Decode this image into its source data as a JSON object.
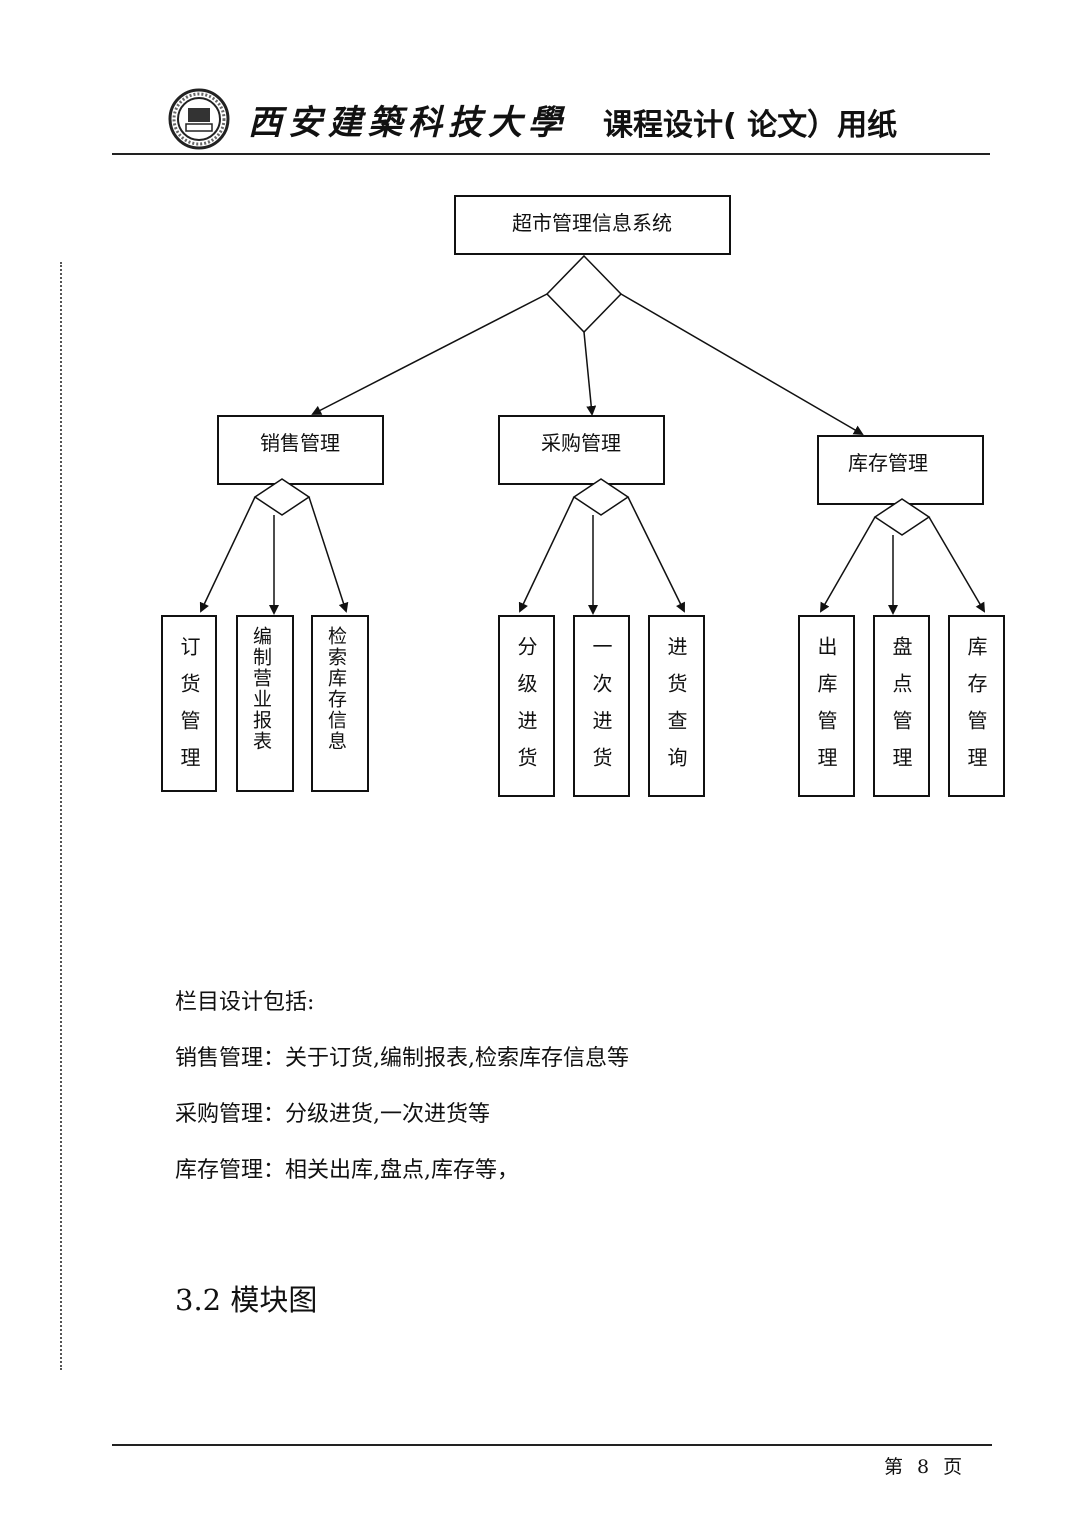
{
  "header": {
    "school_name": "西安建築科技大學",
    "paper_title": "课程设计( 论文）用纸"
  },
  "diagram": {
    "root": "超市管理信息系统",
    "groups": [
      {
        "label": "销售管理",
        "children": [
          "订货管理",
          "编制营业报表",
          "检索库存信息"
        ]
      },
      {
        "label": "采购管理",
        "children": [
          "分级进货",
          "一次进货",
          "进货查询"
        ]
      },
      {
        "label": "库存管理",
        "children": [
          "出库管理",
          "盘点管理",
          "库存管理"
        ]
      }
    ]
  },
  "body": {
    "intro": "栏目设计包括:",
    "lines": [
      "销售管理：关于订货,编制报表,检索库存信息等",
      "采购管理：分级进货,一次进货等",
      "库存管理：相关出库,盘点,库存等，"
    ],
    "section_heading": "3.2 模块图"
  },
  "footer": {
    "page_label": "第 8 页"
  }
}
